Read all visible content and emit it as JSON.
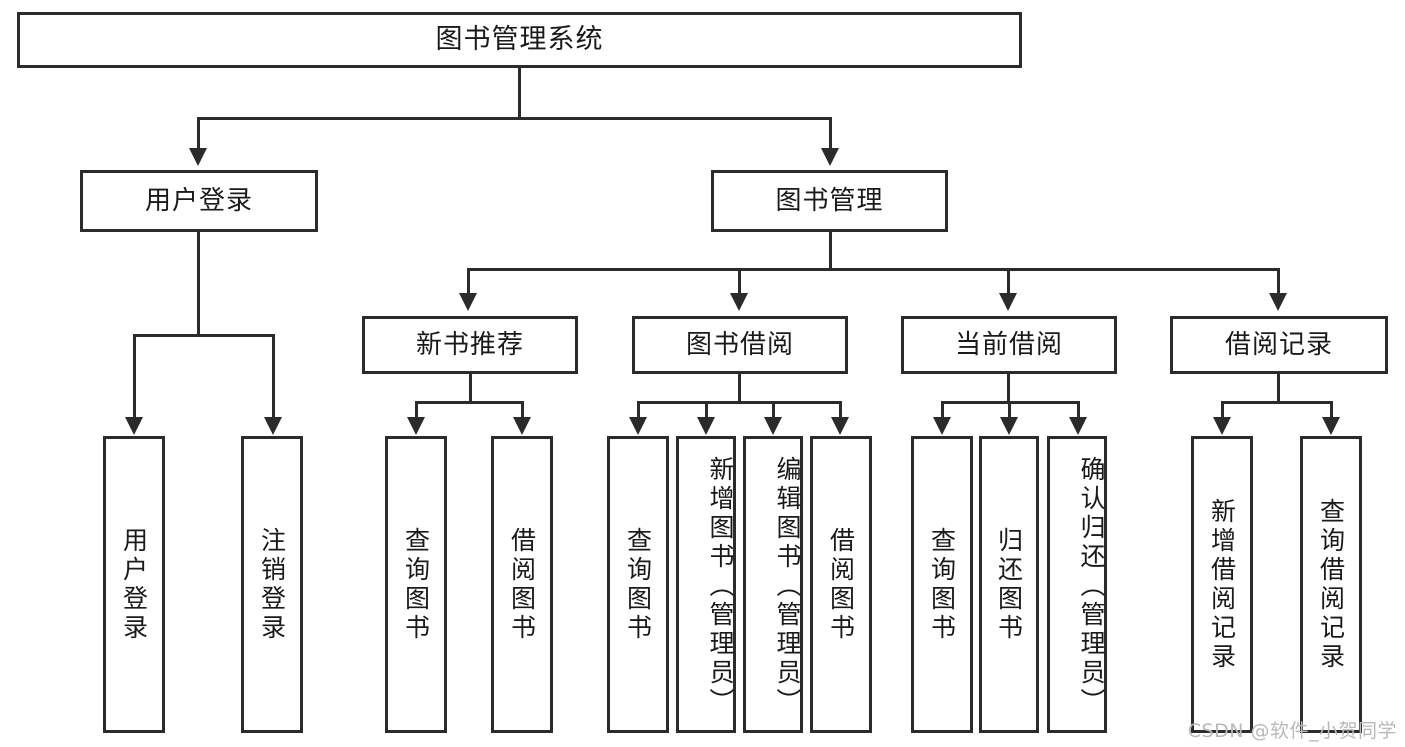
{
  "diagram": {
    "type": "hierarchy-tree",
    "root": {
      "label": "图书管理系统"
    },
    "level2": [
      {
        "label": "用户登录"
      },
      {
        "label": "图书管理"
      }
    ],
    "level3": [
      {
        "label": "新书推荐"
      },
      {
        "label": "图书借阅"
      },
      {
        "label": "当前借阅"
      },
      {
        "label": "借阅记录"
      }
    ],
    "leaves": {
      "user_login": [
        {
          "label": "用户登录"
        },
        {
          "label": "注销登录"
        }
      ],
      "new_book_recommend": [
        {
          "label": "查询图书"
        },
        {
          "label": "借阅图书"
        }
      ],
      "book_borrow": [
        {
          "label": "查询图书"
        },
        {
          "label": "新增图书（管理员）"
        },
        {
          "label": "编辑图书（管理员）"
        },
        {
          "label": "借阅图书"
        }
      ],
      "current_borrow": [
        {
          "label": "查询图书"
        },
        {
          "label": "归还图书"
        },
        {
          "label": "确认归还（管理员）"
        }
      ],
      "borrow_record": [
        {
          "label": "新增借阅记录"
        },
        {
          "label": "查询借阅记录"
        }
      ]
    }
  },
  "watermark": {
    "text": "CSDN @软件_小贺同学"
  },
  "colors": {
    "stroke": "#2b2b2b",
    "background": "#ffffff",
    "text": "#1a1a1a",
    "watermark": "#b9b9b9"
  }
}
